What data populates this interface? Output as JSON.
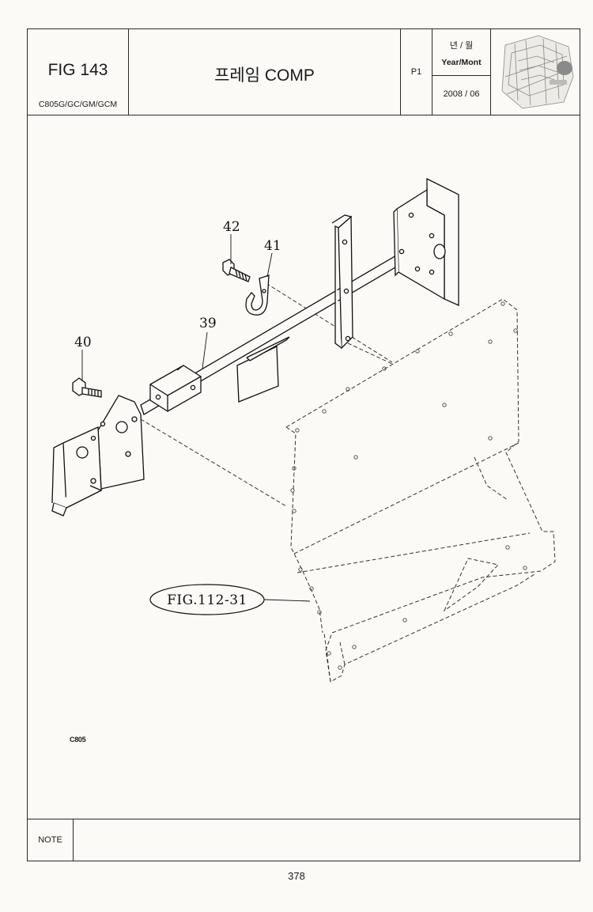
{
  "header": {
    "fig_no": "FIG 143",
    "model": "C805G/GC/GM/GCM",
    "title": "프레임 COMP",
    "page": "P1",
    "date_label_kr": "년 / 월",
    "date_label_en": "Year/Mont",
    "date_value": "2008 / 06"
  },
  "drawing": {
    "callouts": [
      "42",
      "41",
      "39",
      "40"
    ],
    "reference": "FIG.112-31",
    "model_tag": "C805"
  },
  "note_label": "NOTE",
  "page_number": "378"
}
